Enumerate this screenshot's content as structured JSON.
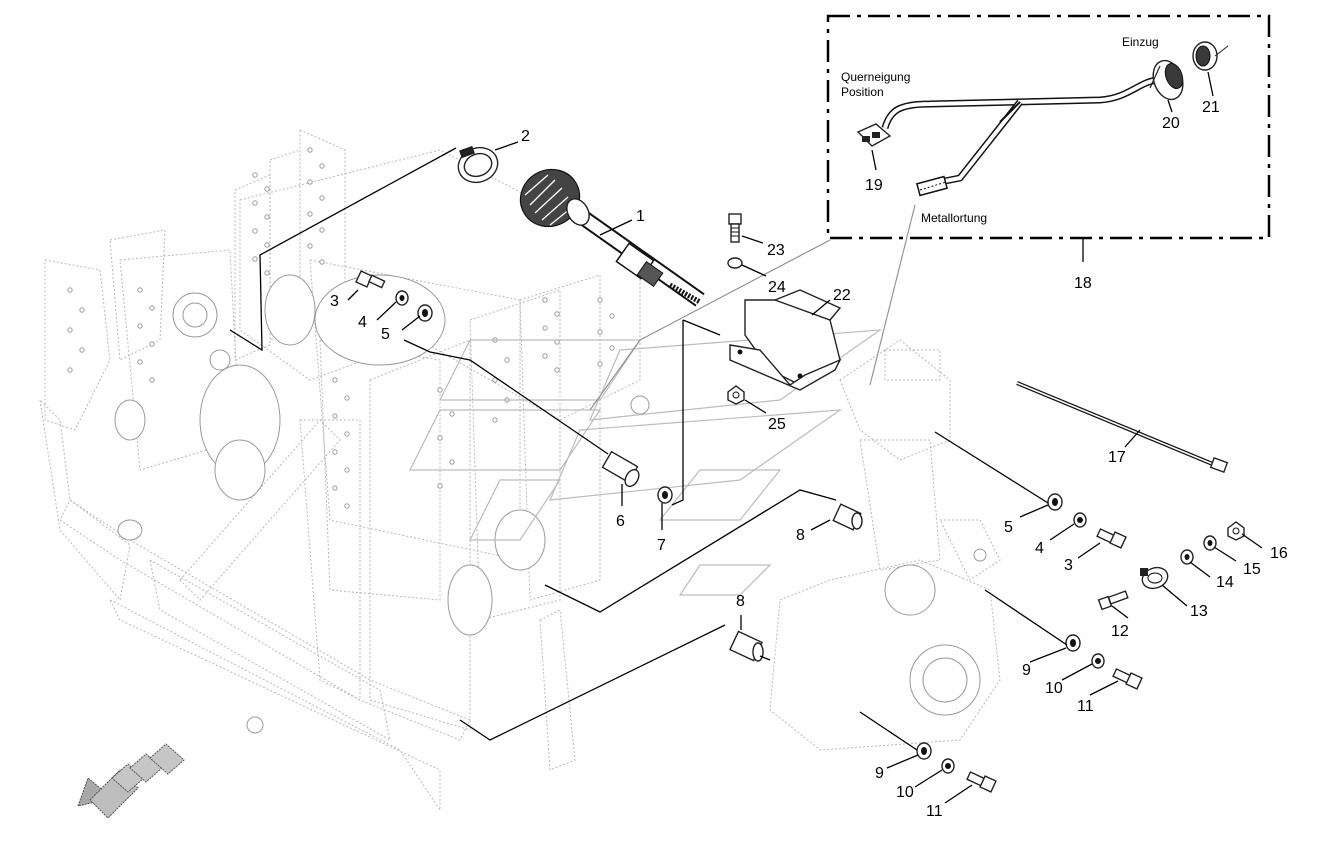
{
  "callouts": [
    {
      "id": "1",
      "label": "1"
    },
    {
      "id": "2",
      "label": "2"
    },
    {
      "id": "3a",
      "label": "3"
    },
    {
      "id": "4a",
      "label": "4"
    },
    {
      "id": "5a",
      "label": "5"
    },
    {
      "id": "6",
      "label": "6"
    },
    {
      "id": "7",
      "label": "7"
    },
    {
      "id": "8a",
      "label": "8"
    },
    {
      "id": "8b",
      "label": "8"
    },
    {
      "id": "5b",
      "label": "5"
    },
    {
      "id": "4b",
      "label": "4"
    },
    {
      "id": "3b",
      "label": "3"
    },
    {
      "id": "9a",
      "label": "9"
    },
    {
      "id": "10a",
      "label": "10"
    },
    {
      "id": "11a",
      "label": "11"
    },
    {
      "id": "9b",
      "label": "9"
    },
    {
      "id": "10b",
      "label": "10"
    },
    {
      "id": "11b",
      "label": "11"
    },
    {
      "id": "12",
      "label": "12"
    },
    {
      "id": "13",
      "label": "13"
    },
    {
      "id": "14",
      "label": "14"
    },
    {
      "id": "15",
      "label": "15"
    },
    {
      "id": "16",
      "label": "16"
    },
    {
      "id": "17",
      "label": "17"
    },
    {
      "id": "18",
      "label": "18"
    },
    {
      "id": "19",
      "label": "19"
    },
    {
      "id": "20",
      "label": "20"
    },
    {
      "id": "21",
      "label": "21"
    },
    {
      "id": "22",
      "label": "22"
    },
    {
      "id": "23",
      "label": "23"
    },
    {
      "id": "24",
      "label": "24"
    },
    {
      "id": "25",
      "label": "25"
    }
  ],
  "annotations": {
    "querneigung": "Querneigung",
    "position": "Position",
    "einzug": "Einzug",
    "metallortung": "Metallortung"
  },
  "icons": {
    "direction_arrow": "direction-arrow-icon"
  }
}
